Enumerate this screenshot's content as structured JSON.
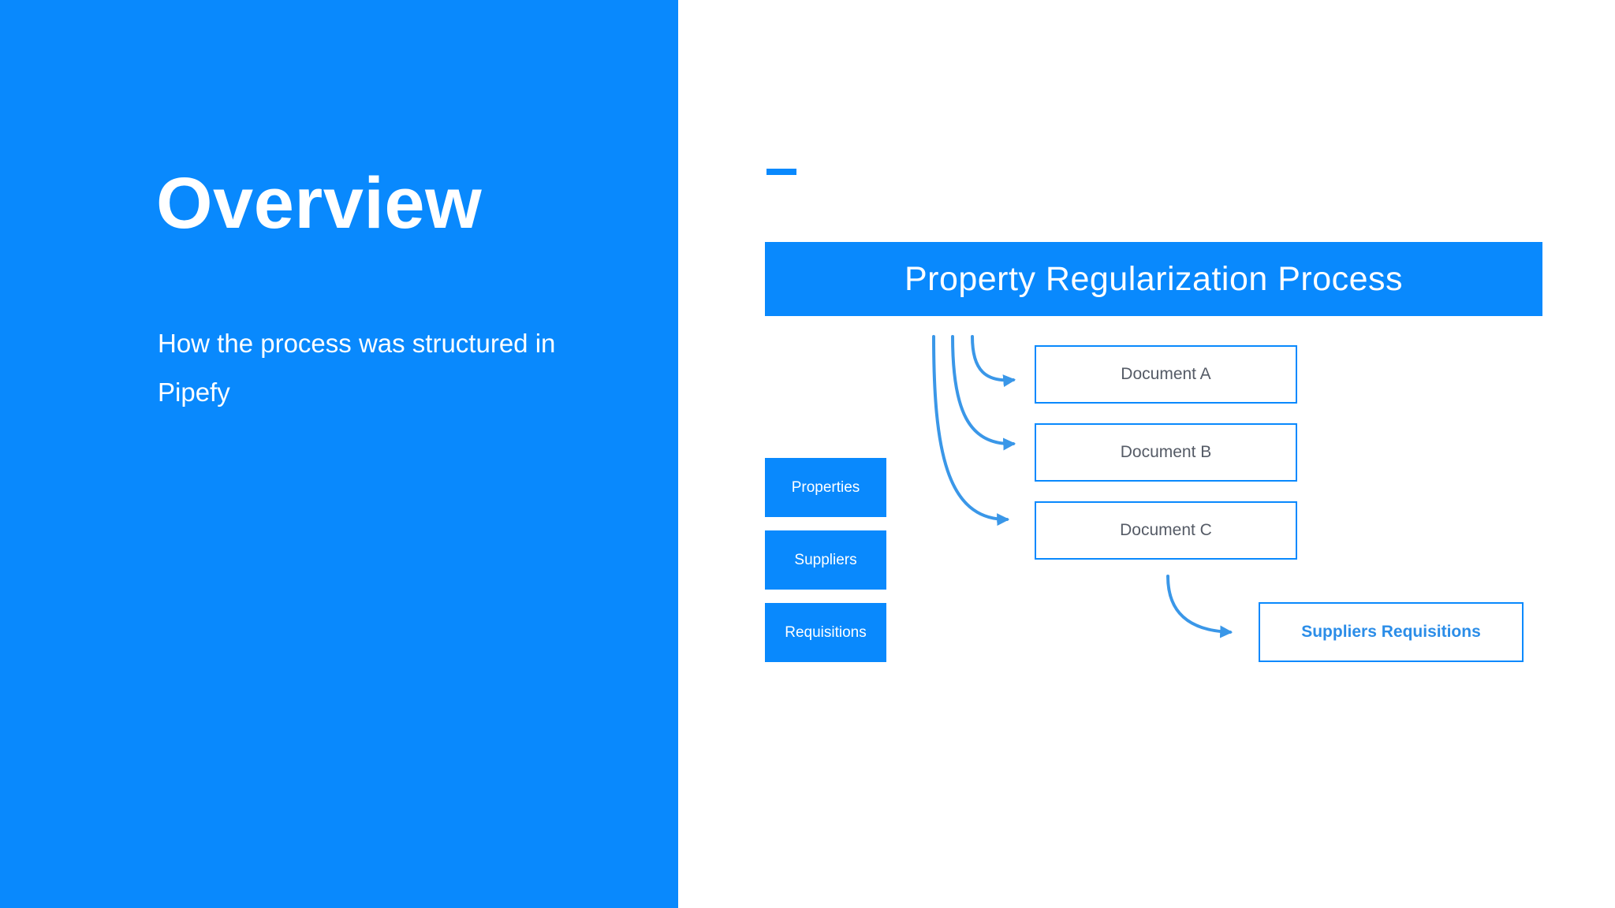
{
  "slide": {
    "title": "Overview",
    "subtitle": "How the process was structured in Pipefy"
  },
  "diagram": {
    "header": "Property Regularization Process",
    "phases": [
      "Properties",
      "Suppliers",
      "Requisitions"
    ],
    "documents": [
      "Document A",
      "Document B",
      "Document C"
    ],
    "result": "Suppliers Requisitions"
  },
  "colors": {
    "primary": "#0989fd",
    "arrow": "#3a97e8",
    "background": "#ffffff",
    "document_text": "#555b66"
  }
}
